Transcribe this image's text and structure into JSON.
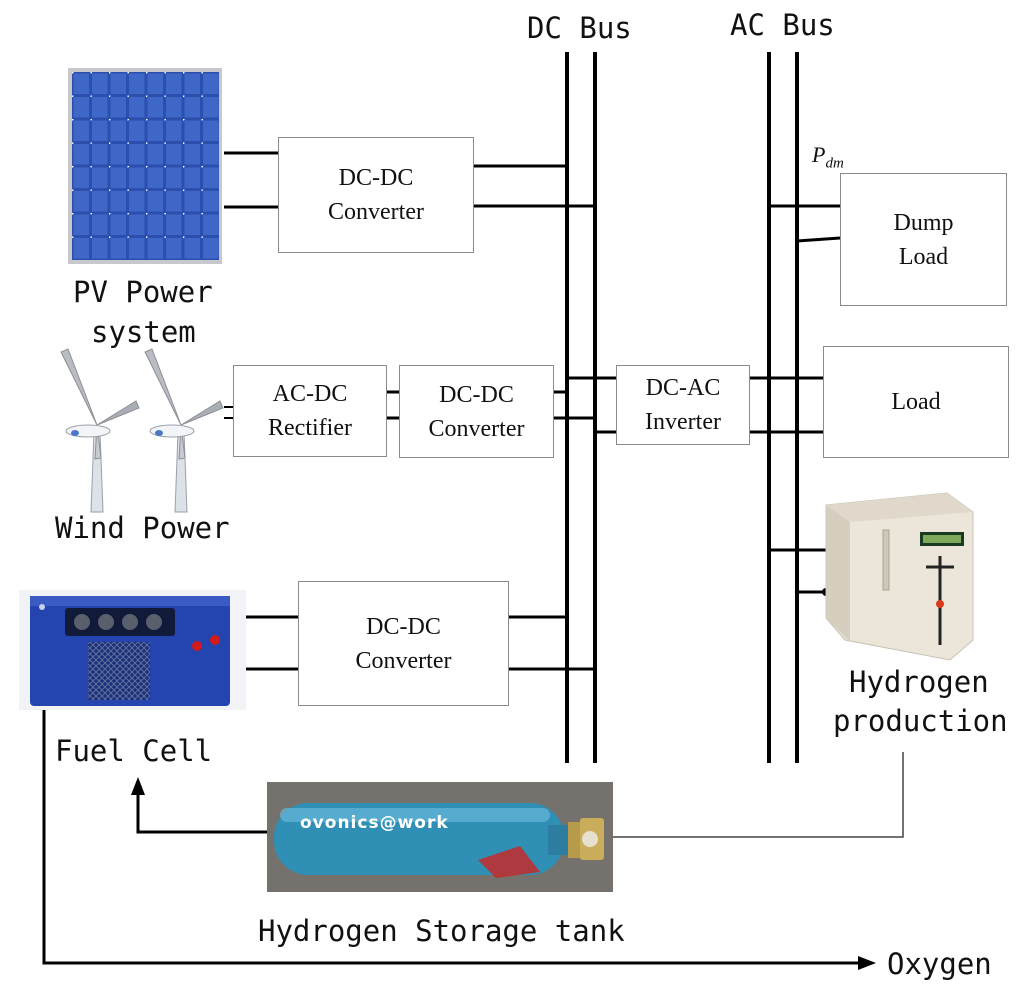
{
  "buses": {
    "dc_label": "DC Bus",
    "ac_label": "AC Bus"
  },
  "blocks": {
    "pv_converter": {
      "line1": "DC-DC",
      "line2": "Converter"
    },
    "rectifier": {
      "line1": "AC-DC",
      "line2": "Rectifier"
    },
    "wind_converter": {
      "line1": "DC-DC",
      "line2": "Converter"
    },
    "fc_converter": {
      "line1": "DC-DC",
      "line2": "Converter"
    },
    "inverter": {
      "line1": "DC-AC",
      "line2": "Inverter"
    },
    "dump_load": {
      "line1": "Dump",
      "line2": "Load"
    },
    "load": {
      "line1": "Load"
    }
  },
  "components": {
    "pv": {
      "line1": "PV Power",
      "line2": "system"
    },
    "wind": {
      "label": "Wind Power"
    },
    "fuel_cell": {
      "label": "Fuel Cell"
    },
    "hydrogen_production": {
      "line1": "Hydrogen",
      "line2": "production"
    },
    "storage_tank": {
      "label": "Hydrogen Storage tank",
      "brand": "ovonics@work"
    },
    "oxygen": {
      "label": "Oxygen"
    }
  },
  "dump_power": {
    "symbol": "P",
    "subscript": "dm"
  },
  "colors": {
    "wire": "#000000",
    "box_border": "#8a8a8a",
    "pv_panel": "#2a4fb0",
    "fuel_cell_body": "#1f3fa8",
    "tank": "#2f8fb5",
    "electrolyzer": "#f1ece2"
  }
}
